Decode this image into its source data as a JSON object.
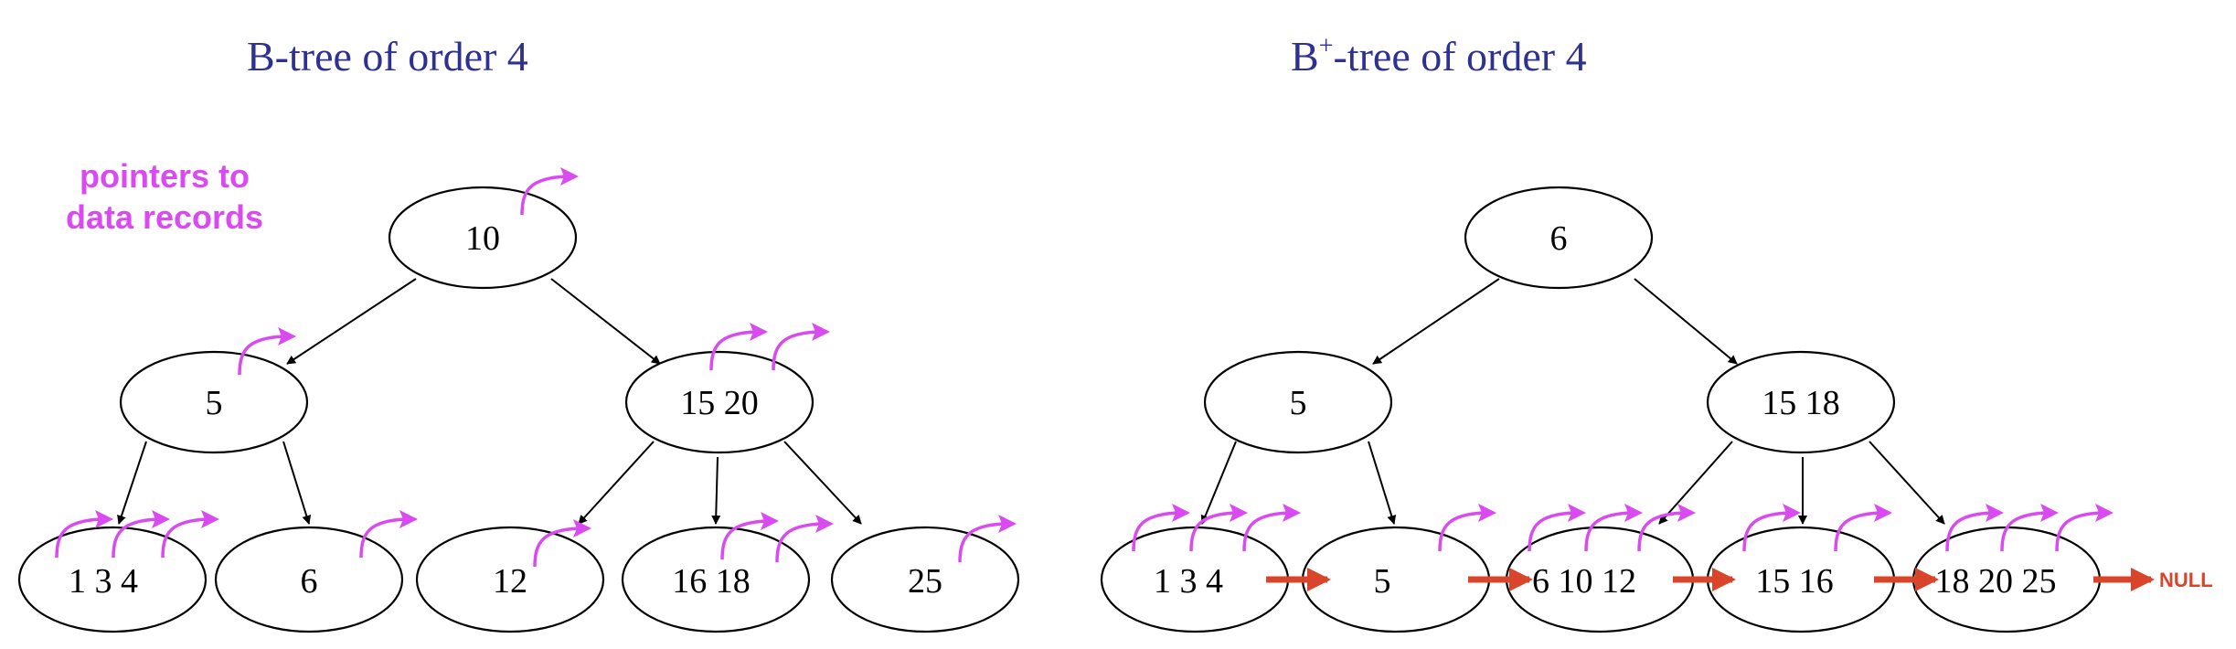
{
  "btree": {
    "title": "B-tree of order 4",
    "annotation": [
      "pointers to",
      "data records"
    ],
    "nodes": {
      "root": "10",
      "left": "5",
      "right": "15 20",
      "leaf1": "1 3 4",
      "leaf2": "6",
      "leaf3": "12",
      "leaf4": "16 18",
      "leaf5": "25"
    }
  },
  "bplustree": {
    "title_prefix": "B",
    "title_sup": "+",
    "title_suffix": "-tree of order 4",
    "nodes": {
      "root": "6",
      "left": "5",
      "right": "15 18",
      "leaf1": "1 3 4",
      "leaf2": "5",
      "leaf3": "6 10 12",
      "leaf4": "15 16",
      "leaf5": "18 20 25"
    },
    "null_label": "NULL"
  },
  "colors": {
    "title": "#2e3192",
    "pointer": "#d94bf0",
    "leaf_link": "#d9452b"
  }
}
